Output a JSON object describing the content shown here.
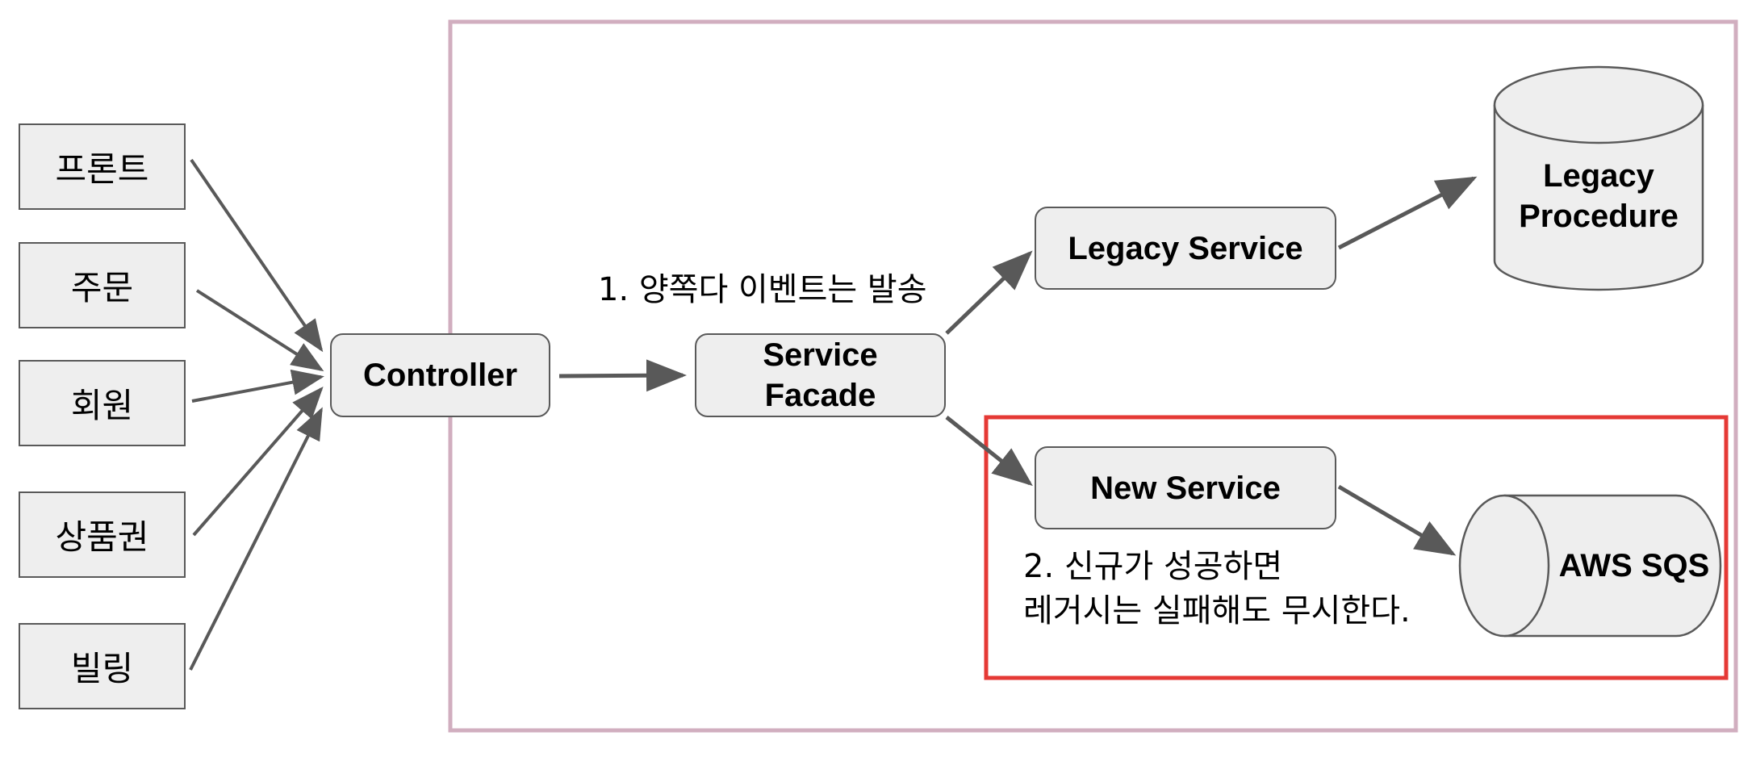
{
  "clients": [
    {
      "id": "front",
      "label": "프론트"
    },
    {
      "id": "order",
      "label": "주문"
    },
    {
      "id": "member",
      "label": "회원"
    },
    {
      "id": "giftcard",
      "label": "상품권"
    },
    {
      "id": "billing",
      "label": "빌링"
    }
  ],
  "nodes": {
    "controller": "Controller",
    "service_facade": "Service\nFacade",
    "legacy_service": "Legacy Service",
    "new_service": "New Service",
    "legacy_procedure": "Legacy\nProcedure",
    "aws_sqs": "AWS SQS"
  },
  "annotations": {
    "step1": "1. 양쪽다 이벤트는 발송",
    "step2_line1": "2. 신규가 성공하면",
    "step2_line2": "레거시는 실패해도 무시한다."
  },
  "colors": {
    "outer_frame": "#d1aebf",
    "highlight_frame": "#e53935",
    "box_fill": "#eeeeee",
    "box_border": "#595959",
    "arrow": "#595959"
  }
}
